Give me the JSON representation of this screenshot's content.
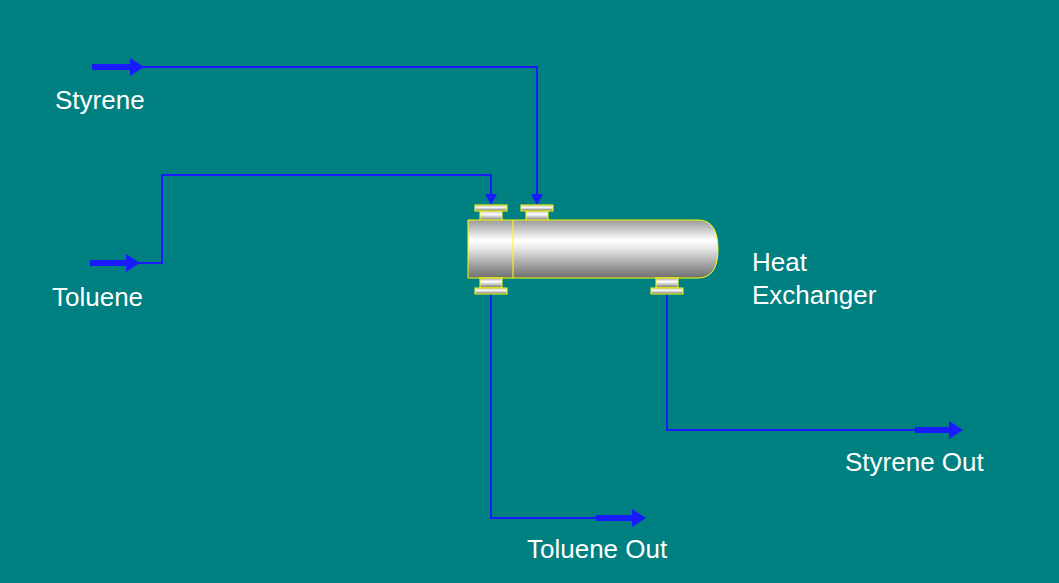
{
  "diagram": {
    "nodes": [
      {
        "text": [
          "Heat Exchanger"
        ]
      }
    ],
    "labels": [
      "Styrene",
      "Toluene",
      "Toluene Out",
      "Styrene Out"
    ]
  }
}
